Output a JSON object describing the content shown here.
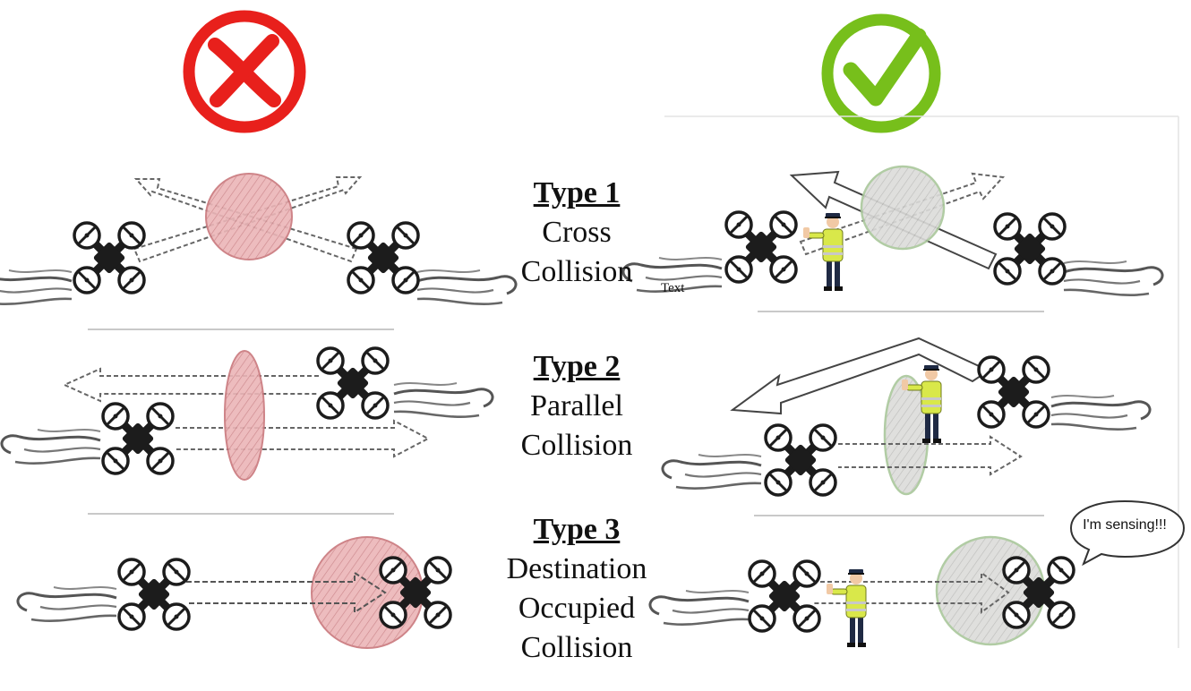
{
  "header": {
    "bad_icon": "cross-icon",
    "good_icon": "check-icon",
    "bad_color": "#e8201c",
    "good_color": "#77bf1b"
  },
  "types": [
    {
      "title": "Type 1",
      "line1": "Cross",
      "line2": "Collision",
      "line3": ""
    },
    {
      "title": "Type 2",
      "line1": "Parallel",
      "line2": "Collision",
      "line3": ""
    },
    {
      "title": "Type 3",
      "line1": "Destination",
      "line2": "Occupied",
      "line3": "Collision"
    }
  ],
  "stray_label": "Text",
  "speech_bubble": "I'm sensing!!!",
  "colors": {
    "conflict_zone": "#e6a3a6",
    "resolved_zone": "#d4d6d2",
    "resolved_zone_border": "#a9c79b",
    "drone": "#1c1c1c"
  }
}
